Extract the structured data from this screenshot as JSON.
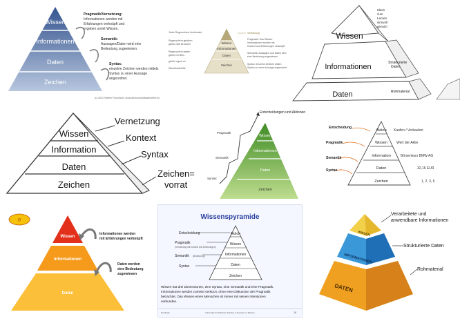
{
  "tiles": {
    "t1": {
      "levels": [
        "Wissen",
        "Informationen",
        "Daten",
        "Zeichen"
      ],
      "notes": {
        "pragmatik_title": "Pragmatik/Vernetzung:",
        "pragmatik_1": "Informationen werden mit",
        "pragmatik_2": "Erfahrungen verknüpft und",
        "pragmatik_3": "ergeben somit Wissen.",
        "semantik_title": "Semantik:",
        "semantik_1": "Aussagen/Daten wird eine",
        "semantik_2": "Bedeutung zugewiesen.",
        "syntax_title": "Syntax:",
        "syntax_1": "einzelne Zeichen werden mittels",
        "syntax_2": "Syntax zu einer Aussage",
        "syntax_3": "angeordnet."
      },
      "footer": "(c) 2012 Steffen Fischbach, www.derschulsoftwarehelfer.de"
    },
    "t2": {
      "levels": [
        "Wissen",
        "Informationen",
        "Daten",
        "Zeichen"
      ],
      "left_1": "Jeder Regenschirm funktioniert",
      "left_2": "Regenschirm gehören",
      "left_3": "gleich zwei Browser!",
      "left_4": "Regenschirm haben",
      "left_5": "gleich ein Bild...",
      "left_6": "gleich regnet es",
      "left_7": "Wort/Ausdrücke",
      "right_1": "Vernetzung",
      "right_2": "Pragmatik: Das Wissen",
      "right_3": "Informationen werden mit",
      "right_4": "Kontext und Erfahrungen verknüpft",
      "right_5": "Semantik: Aussagen und Daten wird",
      "right_6": "eine Bedeutung zugewiesen",
      "right_7": "Syntax: einzelne Zeichen bilden",
      "right_8": "Syntax zu einer Aussage angeordnet"
    },
    "t3": {
      "levels": [
        "Wissen",
        "Informationen",
        "Daten"
      ],
      "note_1": "Ideen",
      "note_2": "zum",
      "note_3": "Lernen",
      "note_4": "sinnvoll",
      "note_5": "genutzt",
      "side_1": "Strukturierte",
      "side_2": "Daten",
      "base_note": "Rohmaterial"
    },
    "t4": {
      "levels": [
        "Wissen",
        "Information",
        "Daten",
        "Zeichen"
      ],
      "labels": [
        "Vernetzung",
        "Kontext",
        "Syntax",
        "Zeichen=",
        "vorrat"
      ]
    },
    "t5": {
      "top": "Entscheidungen und Aktionen",
      "levels": [
        "Wissen",
        "Informationen",
        "Daten",
        "Zeichen"
      ],
      "side": [
        "Pragmatik",
        "Semantik",
        "Syntax"
      ]
    },
    "t6": {
      "levels": [
        "Aktion",
        "Wissen",
        "Information",
        "Daten",
        "Zeichen"
      ],
      "examples": [
        "Kaufen / Verkaufen",
        "Wert der Aktie",
        "Börsenkurs BMW AG",
        "32,16 EUR",
        "1, 2, 3, 6"
      ],
      "side": [
        "Entscheidung",
        "Pragmatik",
        "Semantik",
        "Syntax"
      ]
    },
    "t7": {
      "badge": "Ø",
      "levels": [
        "Wissen",
        "Informationen",
        "Daten"
      ],
      "note_a_1": "Informationen werden",
      "note_a_2": "mit Erfahrungen verknüpft",
      "note_b_1": "Daten werden",
      "note_b_2": "eine Bedeutung",
      "note_b_3": "zugewiesen"
    },
    "t8": {
      "title": "Wissenspyramide",
      "levels": [
        "Aktion",
        "Wissen",
        "Informationen",
        "Daten",
        "Zeichen"
      ],
      "side": [
        "Entscheidung",
        "Pragmatik",
        "(Vernetzung mit Kontext und Erfahrungen)",
        "Semantik",
        "(Bedeutung)",
        "Syntax"
      ],
      "desc_1": "Wissen hat drei Dimensionen, eine Syntax, eine Semantik und eine Pragmatik.",
      "desc_2": "Informationen werden zumeist verkürzt, ohne eine Diskussion der Pragmatik",
      "desc_3": "betrachtet. Das Wissen einen Menschen ist immer mit seinen Intentionen",
      "desc_4": "verbunden.",
      "footer_left": "P.Grässle",
      "footer_mid": "Informatik für Software Training | University of Passau",
      "page": "18"
    },
    "t9": {
      "levels": [
        "WISSEN",
        "INFORMATIONEN",
        "DATEN"
      ],
      "label_1": "Verarbeitete und",
      "label_2": "anwendbare Informationen",
      "label_3": "Strukturierte Daten",
      "label_4": "Rohmaterial"
    }
  },
  "colors": {
    "blue_top": "#3f5f9e",
    "blue_bottom": "#a9bcd8",
    "green_top": "#3f8c25",
    "green_bottom": "#b9d98a",
    "red": "#e3301a",
    "orange": "#f59a1a",
    "light_orange": "#fbbf3a",
    "gold": "#f2d04a",
    "cyan": "#3a98d8",
    "amber": "#f0a020"
  }
}
